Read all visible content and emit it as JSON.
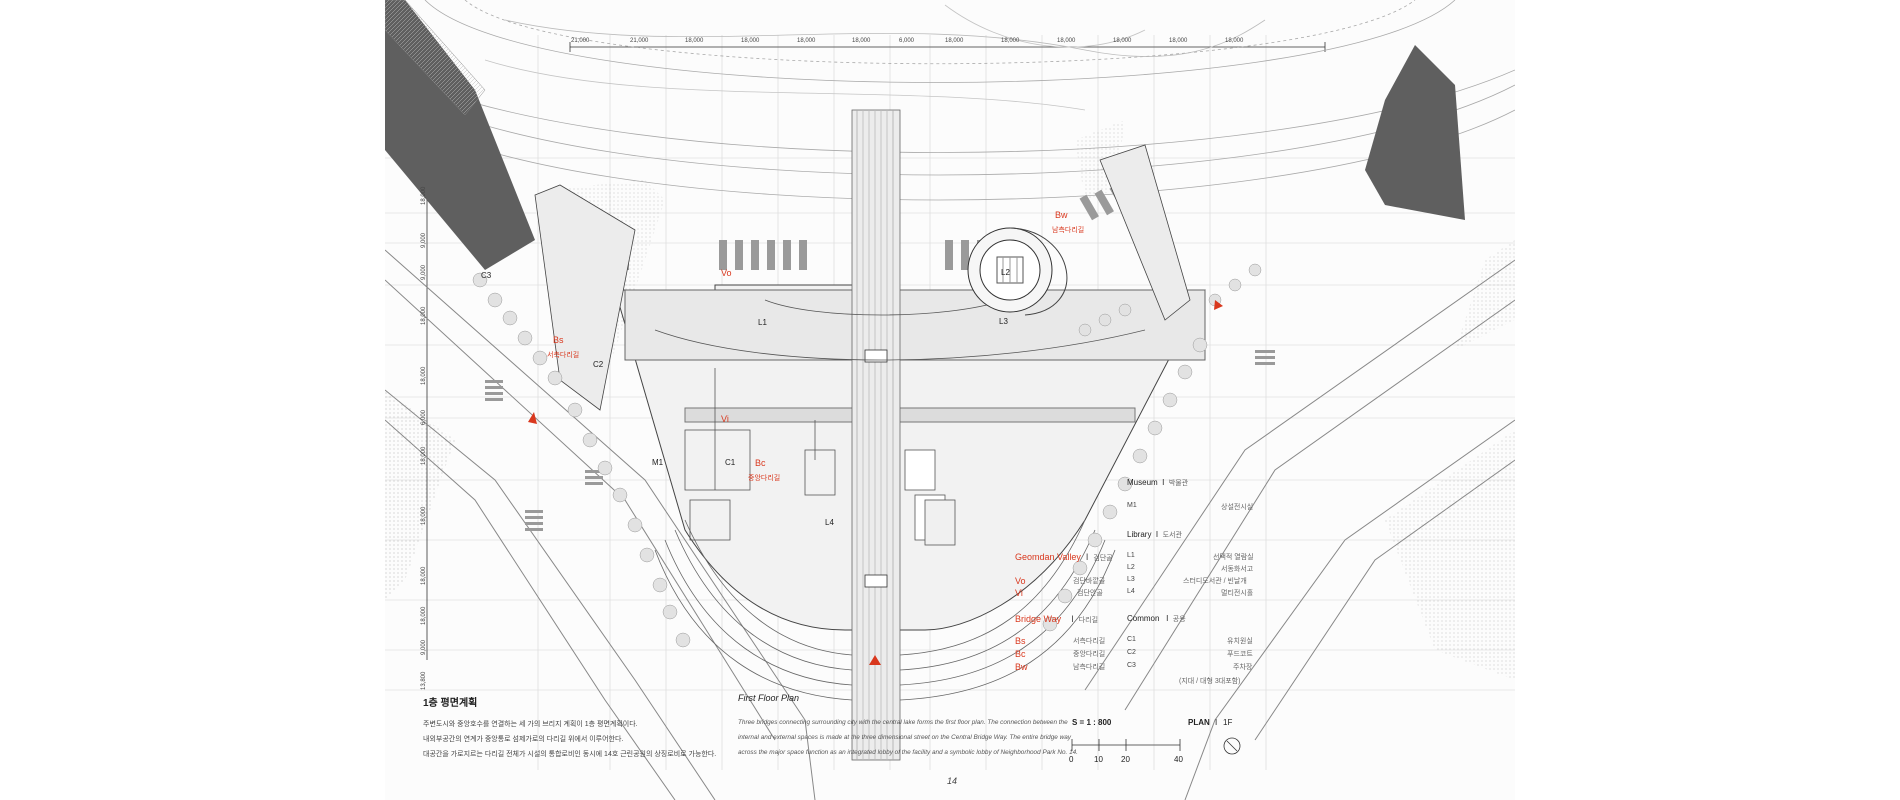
{
  "dimension_ticks_top": [
    "21,000",
    "21,000",
    "18,000",
    "18,000",
    "18,000",
    "18,000",
    "6,000",
    "18,000",
    "18,000",
    "18,000",
    "18,000",
    "18,000",
    "18,000"
  ],
  "dimension_ticks_left": [
    "18,000",
    "9,000",
    "9,000",
    "18,000",
    "18,000",
    "6,000",
    "18,000",
    "18,000",
    "18,000",
    "18,000",
    "9,000",
    "13,800"
  ],
  "plan_labels": {
    "vo": "Vo",
    "vi": "Vi",
    "bs": "Bs",
    "bc": "Bc",
    "bw": "Bw",
    "bs_kor": "서측다리길",
    "bc_kor": "중앙다리길",
    "bw_kor": "남측다리길",
    "l1": "L1",
    "l2": "L2",
    "l3": "L3",
    "l4": "L4",
    "m1": "M1",
    "c1": "C1",
    "c2": "C2",
    "c3": "C3",
    "page_number": "14"
  },
  "legend": {
    "museum": "Museum",
    "museum_kor": "박물관",
    "m1": "M1",
    "m1_desc": "상설전시실",
    "library": "Library",
    "library_kor": "도서관",
    "geomdan_valley": "Geomdan Valley",
    "geomdan_valley_kor": "검단골",
    "vo": "Vo",
    "vo_desc": "검단바깥골",
    "vi": "Vi",
    "vi_desc": "검단안골",
    "l1": "L1",
    "l1_desc": "선택적 열람실",
    "l2": "L2",
    "l2_desc": "서동화서고",
    "l3": "L3",
    "l3_desc": "스터디도서관 / 빈날개",
    "l4": "L4",
    "l4_desc": "멀티전시홀",
    "bridge_way": "Bridge Way",
    "bridge_way_kor": "다리길",
    "bs": "Bs",
    "bs_desc": "서측다리길",
    "bc": "Bc",
    "bc_desc": "중앙다리길",
    "bw": "Bw",
    "bw_desc": "남측다리길",
    "common": "Common",
    "common_kor": "공용",
    "c1": "C1",
    "c1_desc": "유치원실",
    "c2": "C2",
    "c2_desc": "푸드코트",
    "c3": "C3",
    "c3_desc": "주차장",
    "parking_note": "(지대 / 대형 3대포함)"
  },
  "scale": {
    "ratio": "S = 1 : 800",
    "t0": "0",
    "t10": "10",
    "t20": "20",
    "t40": "40",
    "plan_title": "PLAN",
    "floor": "1F"
  },
  "text_kor": {
    "title": "1층 평면계획",
    "line1": "주변도시와 중앙호수를 연결하는 세 가의 브리지 계획이 1층 평면계획이다.",
    "line2": "내외부공간의 연계가 중앙통로 섬제가로의 다리길 위에서 이루어한다.",
    "line3": "대공간을 가로지르는 다리길 전체가 시설의 통합로비인 동시에 14호 근린공원의 상징로비로 가능한다."
  },
  "text_en": {
    "title": "First Floor Plan",
    "line1": "Three bridges connecting surrounding city with the central lake forms the first floor plan. The connection between the",
    "line2": "internal and external spaces is made at the three dimensional street on the Central Bridge Way. The entire bridge way",
    "line3": "across the major space function as an integrated lobby of the facility and a symbolic lobby of Neighborhood Park No. 14."
  },
  "colors": {
    "accent_red": "#d9381e",
    "line": "#9a9a9a",
    "light_line": "#cfcfcf"
  }
}
